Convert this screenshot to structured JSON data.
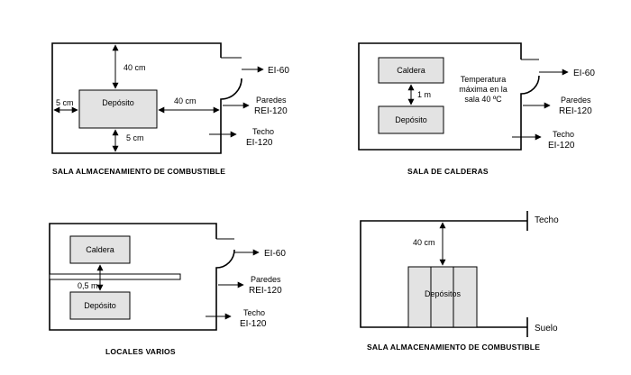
{
  "arrow_color": "#000000",
  "box_fill": "#e3e3e3",
  "panel_tl": {
    "caption": "SALA ALMACENAMIENTO DE COMBUSTIBLE",
    "box_label": "Depósito",
    "dim_top": "40 cm",
    "dim_left": "5 cm",
    "dim_right": "40 cm",
    "dim_bottom": "5 cm",
    "door_rating": "EI-60",
    "walls_label": "Paredes",
    "walls_rating": "REI-120",
    "ceiling_label": "Techo",
    "ceiling_rating": "EI-120"
  },
  "panel_tr": {
    "caption": "SALA DE CALDERAS",
    "box1_label": "Caldera",
    "box2_label": "Depósito",
    "gap_label": "1 m",
    "temp_line1": "Temperatura",
    "temp_line2": "máxima en la",
    "temp_line3": "sala 40 ºC",
    "door_rating": "EI-60",
    "walls_label": "Paredes",
    "walls_rating": "REI-120",
    "ceiling_label": "Techo",
    "ceiling_rating": "EI-120"
  },
  "panel_bl": {
    "caption": "LOCALES VARIOS",
    "box1_label": "Caldera",
    "box2_label": "Depósito",
    "gap_label": "0,5 m",
    "door_rating": "EI-60",
    "walls_label": "Paredes",
    "walls_rating": "REI-120",
    "ceiling_label": "Techo",
    "ceiling_rating": "EI-120"
  },
  "panel_br": {
    "caption": "SALA ALMACENAMIENTO DE COMBUSTIBLE",
    "box_label": "Depósitos",
    "dim_top": "40 cm",
    "ceiling_label": "Techo",
    "floor_label": "Suelo"
  }
}
